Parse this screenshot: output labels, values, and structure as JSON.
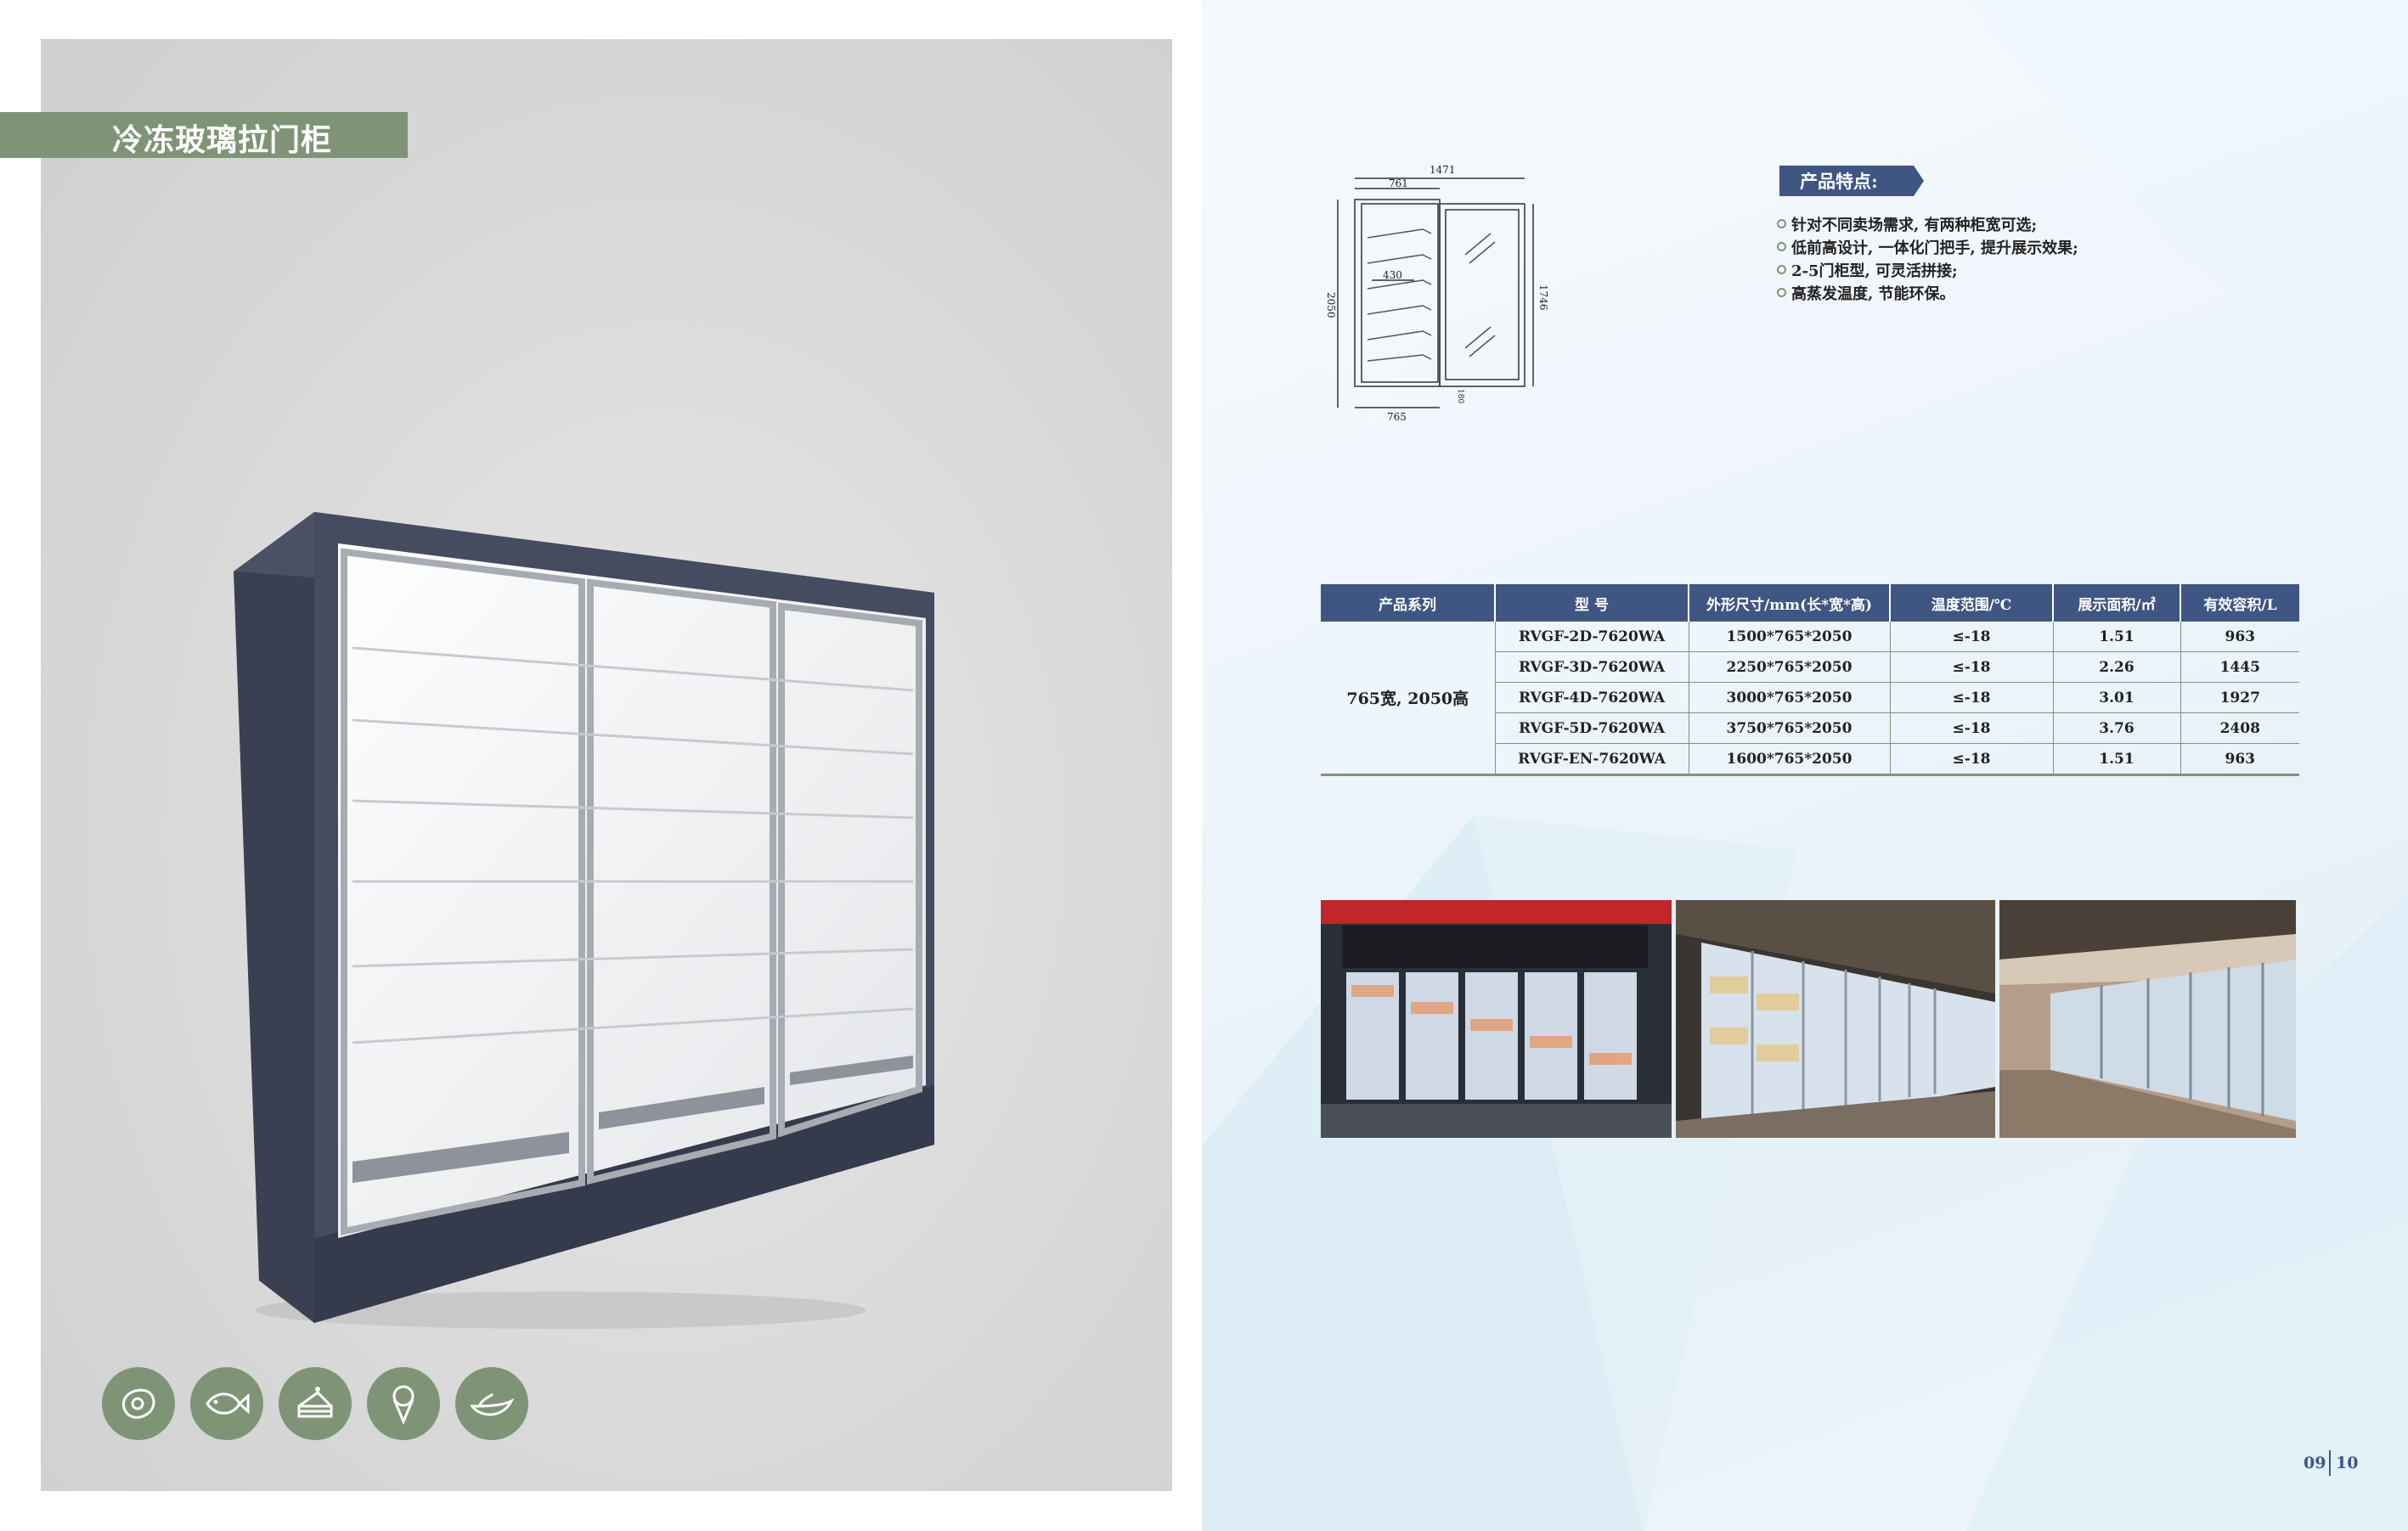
{
  "left": {
    "title": "冷冻玻璃拉门柜",
    "category_icons": [
      "meat-icon",
      "fish-icon",
      "cake-icon",
      "ice-cream-icon",
      "dumpling-icon"
    ]
  },
  "diagram": {
    "dims": {
      "total_width": "1471",
      "top_width": "761",
      "shelf_depth": "430",
      "height": "2050",
      "door_height": "1746",
      "bottom_width": "765",
      "base": "180"
    }
  },
  "features": {
    "title": "产品特点:",
    "items": [
      "针对不同卖场需求, 有两种柜宽可选;",
      "低前高设计, 一体化门把手, 提升展示效果;",
      "2-5门柜型, 可灵活拼接;",
      "高蒸发温度, 节能环保。"
    ]
  },
  "table": {
    "headers": [
      "产品系列",
      "型 号",
      "外形尺寸/mm(长*宽*高)",
      "温度范围/℃",
      "展示面积/㎡",
      "有效容积/L"
    ],
    "series": "765宽, 2050高",
    "rows": [
      [
        "RVGF-2D-7620WA",
        "1500*765*2050",
        "≤-18",
        "1.51",
        "963"
      ],
      [
        "RVGF-3D-7620WA",
        "2250*765*2050",
        "≤-18",
        "2.26",
        "1445"
      ],
      [
        "RVGF-4D-7620WA",
        "3000*765*2050",
        "≤-18",
        "3.01",
        "1927"
      ],
      [
        "RVGF-5D-7620WA",
        "3750*765*2050",
        "≤-18",
        "3.76",
        "2408"
      ],
      [
        "RVGF-EN-7620WA",
        "1600*765*2050",
        "≤-18",
        "1.51",
        "963"
      ]
    ]
  },
  "pages": {
    "left": "09",
    "right": "10"
  },
  "colors": {
    "accent_green": "#7f9477",
    "navy": "#3f5683",
    "cabinet": "#3f4558"
  }
}
